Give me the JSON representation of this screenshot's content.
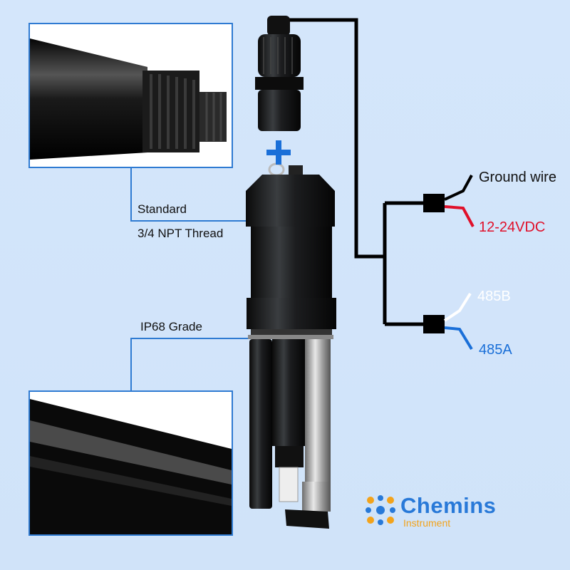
{
  "callouts": {
    "thread_line1": "Standard",
    "thread_line2": "3/4 NPT Thread",
    "ip_grade": "IP68 Grade"
  },
  "wires": {
    "ground": "Ground wire",
    "power": "12-24VDC",
    "b": "485B",
    "a": "485A"
  },
  "colors": {
    "power": "#e0102a",
    "rs485a": "#1a6fd8",
    "rs485b": "#ffffff",
    "ground": "#111111",
    "accent_border": "#2f7bd2",
    "plus": "#1a6fd8"
  },
  "brand": {
    "name": "Chemins",
    "sub": "Instrument"
  },
  "plus_sign": "+"
}
